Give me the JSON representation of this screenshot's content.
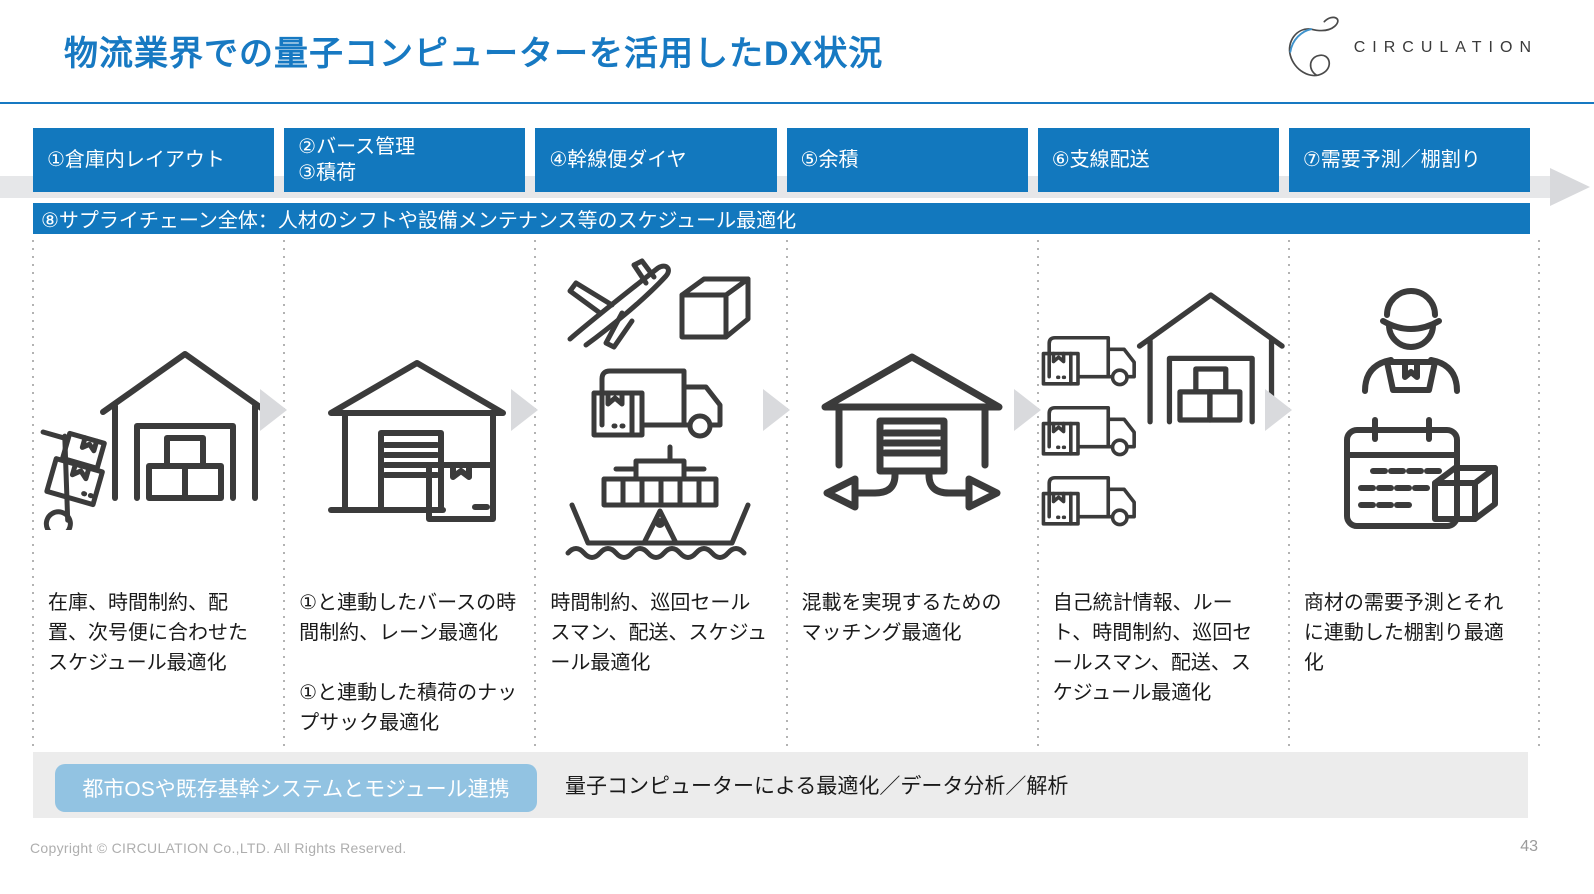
{
  "title": "物流業界での量子コンピューターを活用したDX状況",
  "logo": {
    "text": "CIRCULATION"
  },
  "colors": {
    "accent_blue": "#1278BE",
    "title_blue": "#1779C2",
    "light_blue": "#92C3E2",
    "band_gray": "#ECECEC",
    "arrow_gray": "#D9DADD",
    "icon_stroke": "#3B3B3B"
  },
  "process_steps": [
    {
      "label": "①倉庫内レイアウト"
    },
    {
      "label": "②バース管理\n③積荷"
    },
    {
      "label": "④幹線便ダイヤ"
    },
    {
      "label": "⑤余積"
    },
    {
      "label": "⑥支線配送"
    },
    {
      "label": "⑦需要予測／棚割り"
    }
  ],
  "supply_chain_bar": "⑧サプライチェーン全体：人材のシフトや設備メンテナンス等のスケジュール最適化",
  "columns": [
    {
      "icons": [
        "hand-truck-icon",
        "warehouse-boxes-icon"
      ],
      "description": "在庫、時間制約、配置、次号便に合わせたスケジュール最適化"
    },
    {
      "icons": [
        "warehouse-shutter-box-icon"
      ],
      "description": "①と連動したバースの時間制約、レーン最適化\n\n①と連動した積荷のナップサック最適化"
    },
    {
      "icons": [
        "airplane-parcel-icon",
        "truck-parcel-icon",
        "container-ship-icon"
      ],
      "description": "時間制約、巡回セールスマン、配送、スケジュール最適化"
    },
    {
      "icons": [
        "cross-dock-warehouse-icon"
      ],
      "description": "混載を実現するためのマッチング最適化"
    },
    {
      "icons": [
        "truck-parcel-icon",
        "truck-parcel-icon",
        "truck-parcel-icon",
        "warehouse-boxes-icon"
      ],
      "description": "自己統計情報、ルート、時間制約、巡回セールスマン、配送、スケジュール最適化"
    },
    {
      "icons": [
        "delivery-person-icon",
        "calendar-parcel-icon"
      ],
      "description": "商材の需要予測とそれに連動した棚割り最適化"
    }
  ],
  "footer_band": {
    "module_box": "都市OSや既存基幹システムとモジュール連携",
    "quantum_text": "量子コンピューターによる最適化／データ分析／解析"
  },
  "footer": {
    "copyright": "Copyright © CIRCULATION Co.,LTD. All Rights Reserved.",
    "page_number": "43"
  }
}
